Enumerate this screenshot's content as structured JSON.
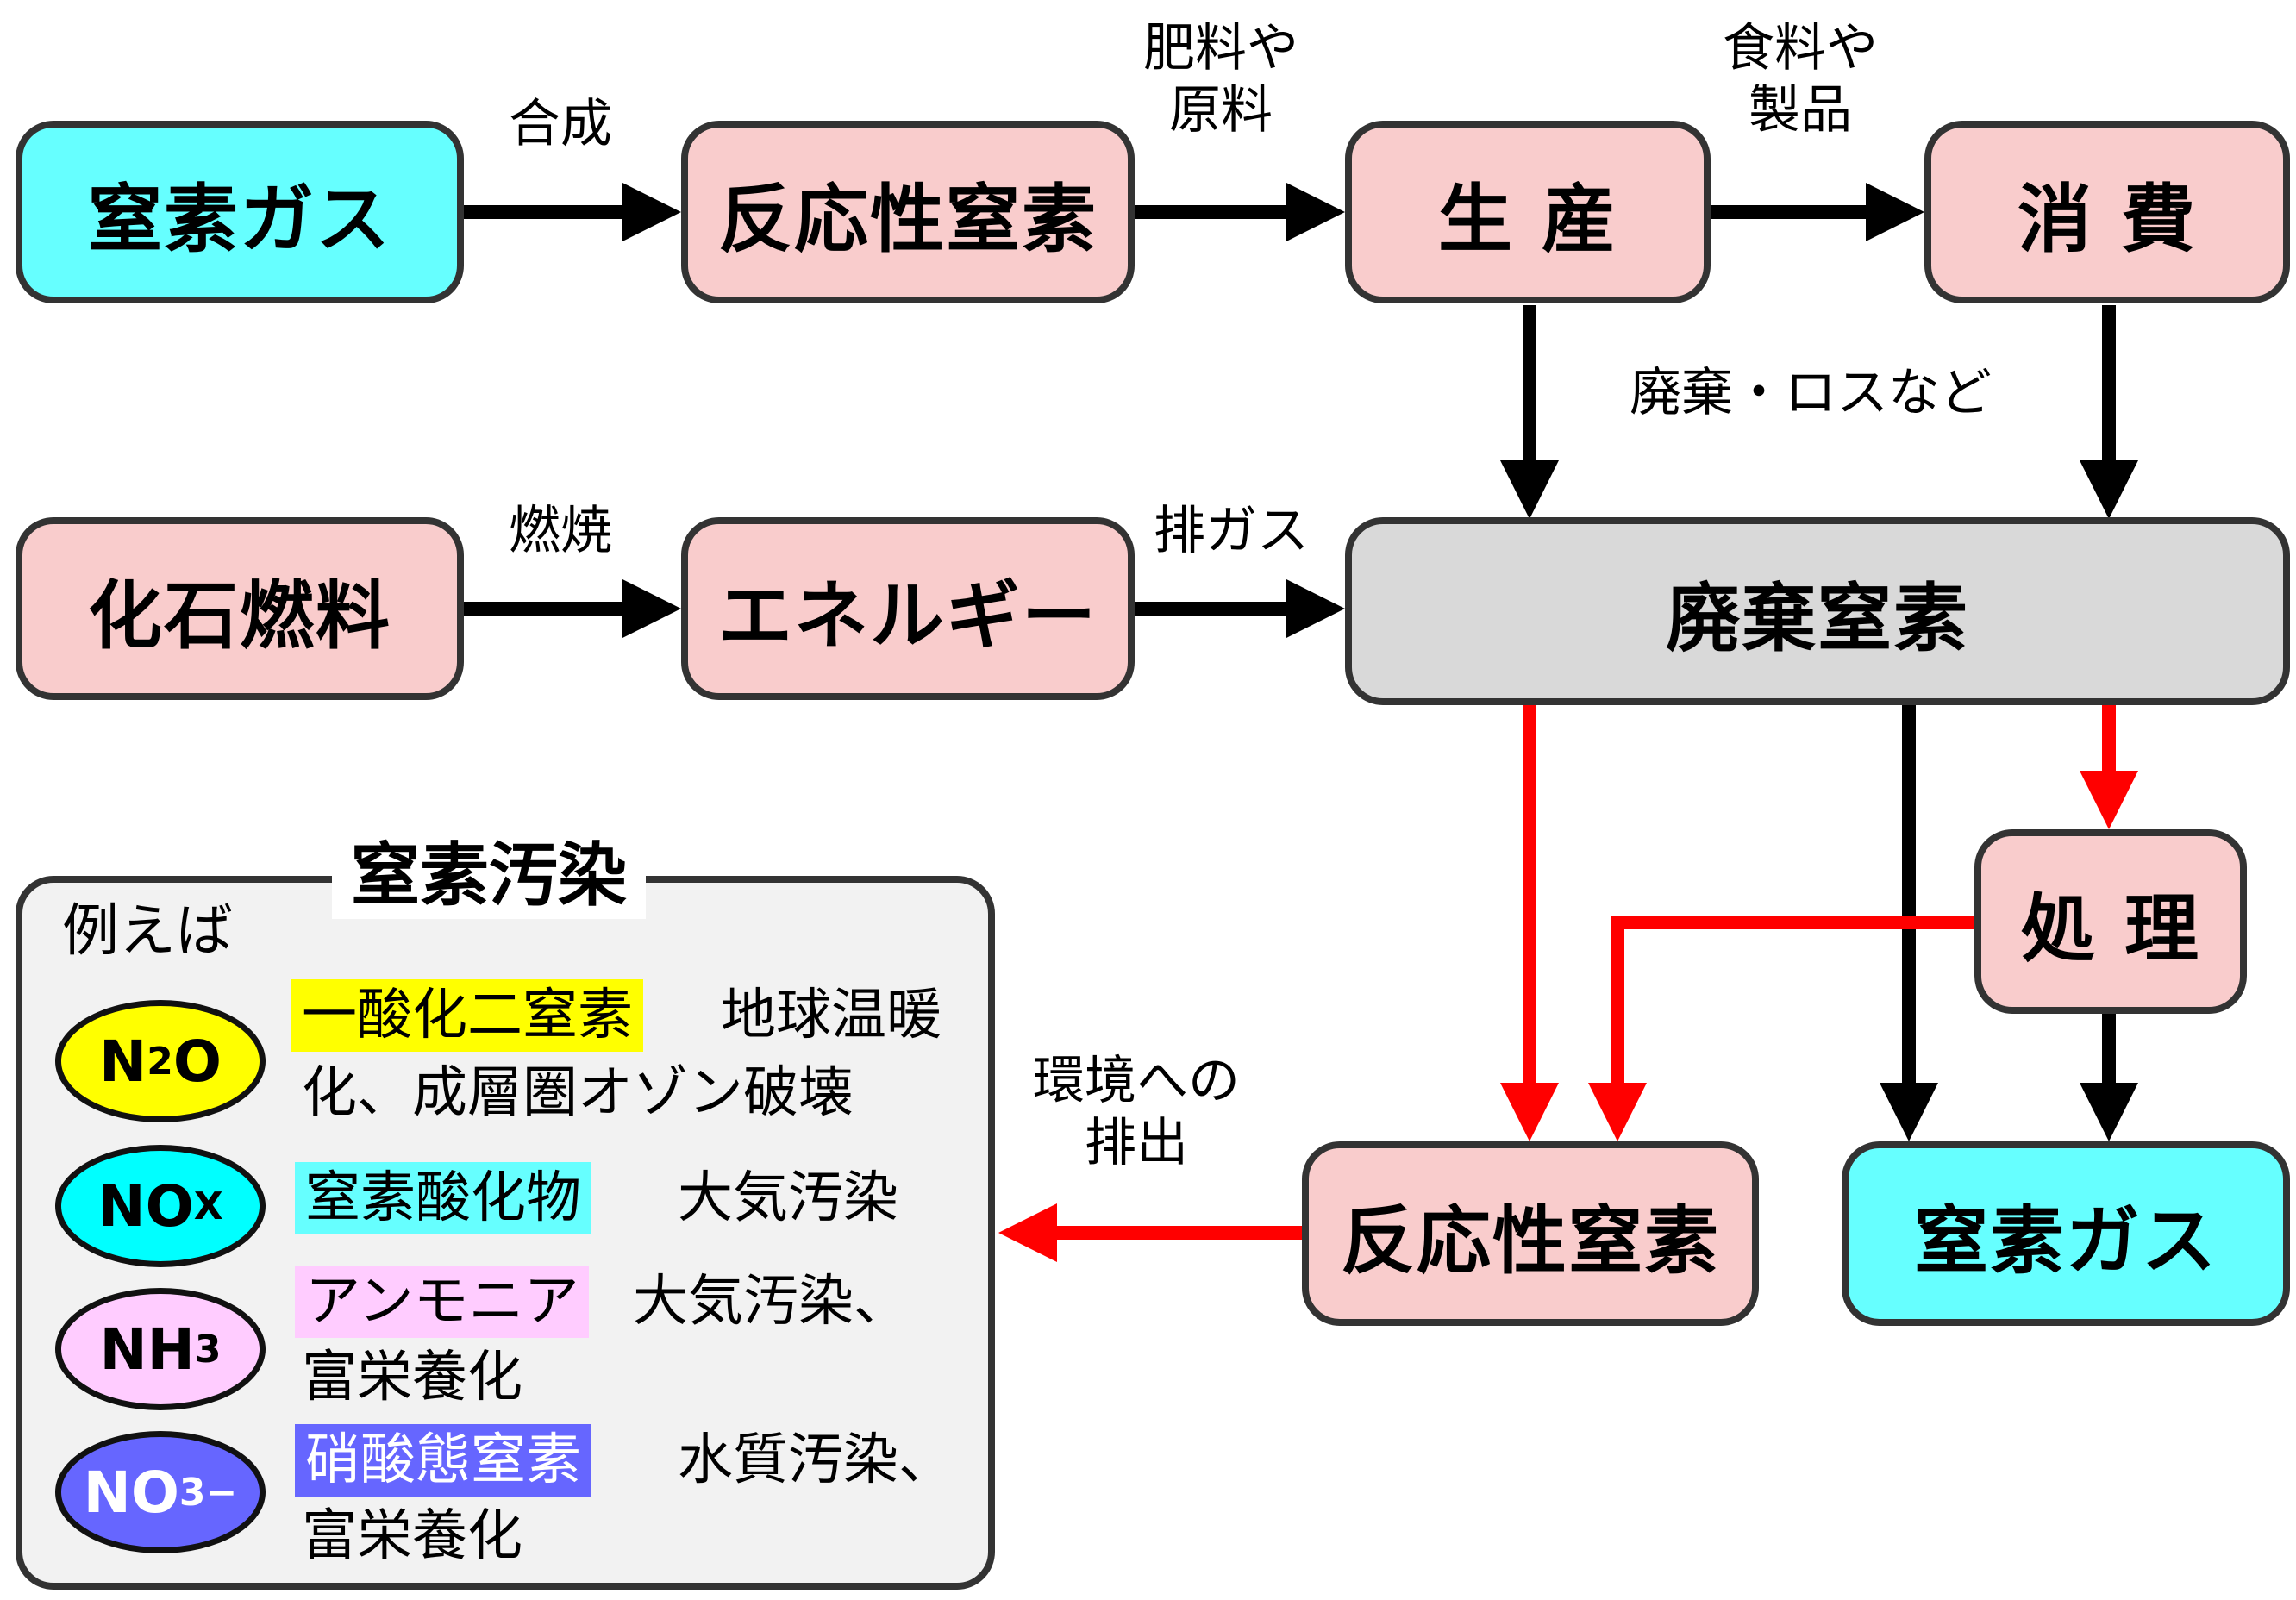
{
  "nodes": {
    "nitrogen_gas_top": "窒素ガス",
    "reactive_nitrogen_top": "反応性窒素",
    "production": "生 産",
    "consumption": "消 費",
    "fossil_fuel": "化石燃料",
    "energy": "エネルギー",
    "waste_nitrogen": "廃棄窒素",
    "treatment": "処 理",
    "reactive_nitrogen_bottom": "反応性窒素",
    "nitrogen_gas_bottom": "窒素ガス"
  },
  "edge_labels": {
    "synthesis": "合成",
    "fertilizer_line1": "肥料や",
    "fertilizer_line2": "原料",
    "food_line1": "食料や",
    "food_line2": "製品",
    "waste_loss": "廃棄・ロスなど",
    "combustion": "燃焼",
    "exhaust": "排ガス",
    "release_line1": "環境への",
    "release_line2": "排出"
  },
  "pollution": {
    "title": "窒素汚染",
    "example": "例えば",
    "items": [
      {
        "formula": "N",
        "sub": "2",
        "after": "O",
        "sup": "",
        "oval_color": "#ffff00",
        "name": "一酸化二窒素",
        "name_bg": "#ffff00",
        "desc_line1": "地球温暖",
        "desc_line2": "化、成層圏オゾン破壊"
      },
      {
        "formula": "NO",
        "sub": "X",
        "after": "",
        "sup": "",
        "oval_color": "#00ffff",
        "name": "窒素酸化物",
        "name_bg": "#66ffff",
        "desc_line1": "大気汚染",
        "desc_line2": ""
      },
      {
        "formula": "NH",
        "sub": "3",
        "after": "",
        "sup": "",
        "oval_color": "#ffccff",
        "name": "アンモニア",
        "name_bg": "#ffccff",
        "desc_line1": "大気汚染、",
        "desc_line2": "富栄養化"
      },
      {
        "formula": "NO",
        "sub": "3",
        "after": "",
        "sup": "−",
        "oval_color": "#6666ff",
        "name": "硝酸態窒素",
        "name_bg": "#6666ff",
        "desc_line1": "水質汚染、",
        "desc_line2": "富栄養化"
      }
    ]
  }
}
